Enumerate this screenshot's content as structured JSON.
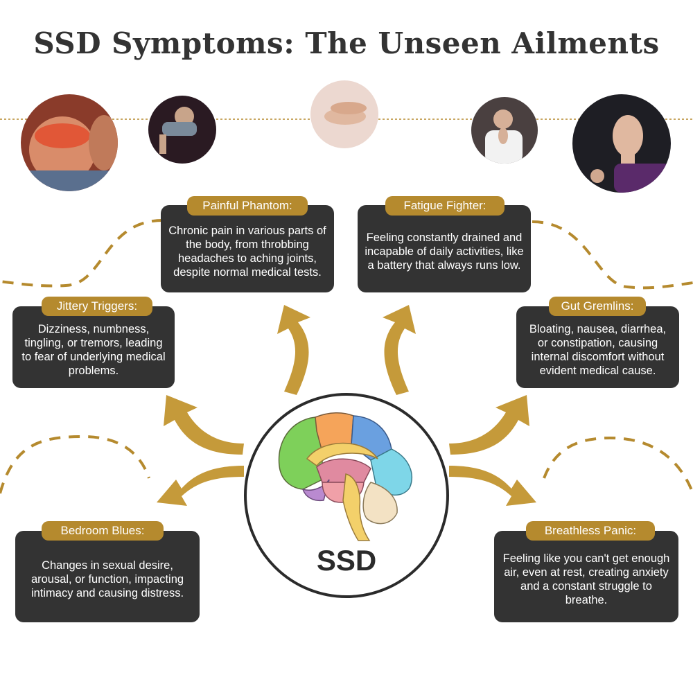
{
  "title": "SSD Symptoms: The Unseen Ailments",
  "center": {
    "label": "SSD",
    "icon": "brain-icon"
  },
  "photos": [
    {
      "name": "headache-photo",
      "subject": "woman holding head in pain"
    },
    {
      "name": "exhaustion-photo",
      "subject": "exhausted person slumped"
    },
    {
      "name": "stomach-pain-photo",
      "subject": "hands holding stomach"
    },
    {
      "name": "anxious-woman-photo",
      "subject": "worried woman with clasped hands"
    },
    {
      "name": "stop-hand-photo",
      "subject": "woman raising hand in defense"
    }
  ],
  "symptoms": {
    "painful_phantom": {
      "title": "Painful Phantom:",
      "text": "Chronic pain in various parts of the body, from throbbing headaches to aching joints, despite normal medical tests."
    },
    "fatigue_fighter": {
      "title": "Fatigue Fighter:",
      "text": "Feeling constantly drained and incapable of daily activities, like a battery that always runs low."
    },
    "jittery_triggers": {
      "title": "Jittery Triggers:",
      "text": "Dizziness, numbness, tingling, or tremors, leading to fear of underlying medical problems."
    },
    "gut_gremlins": {
      "title": "Gut Gremlins:",
      "text": "Bloating, nausea, diarrhea, or constipation, causing internal discomfort without evident medical cause."
    },
    "bedroom_blues": {
      "title": "Bedroom Blues:",
      "text": "Changes in sexual desire, arousal, or function, impacting intimacy and causing distress."
    },
    "breathless_panic": {
      "title": "Breathless Panic:",
      "text": "Feeling like you can't get enough air, even at rest, creating anxiety and a constant struggle to breathe."
    }
  },
  "colors": {
    "accent_gold": "#b58a2e",
    "card_dark": "#333333",
    "title_text": "#333333"
  }
}
